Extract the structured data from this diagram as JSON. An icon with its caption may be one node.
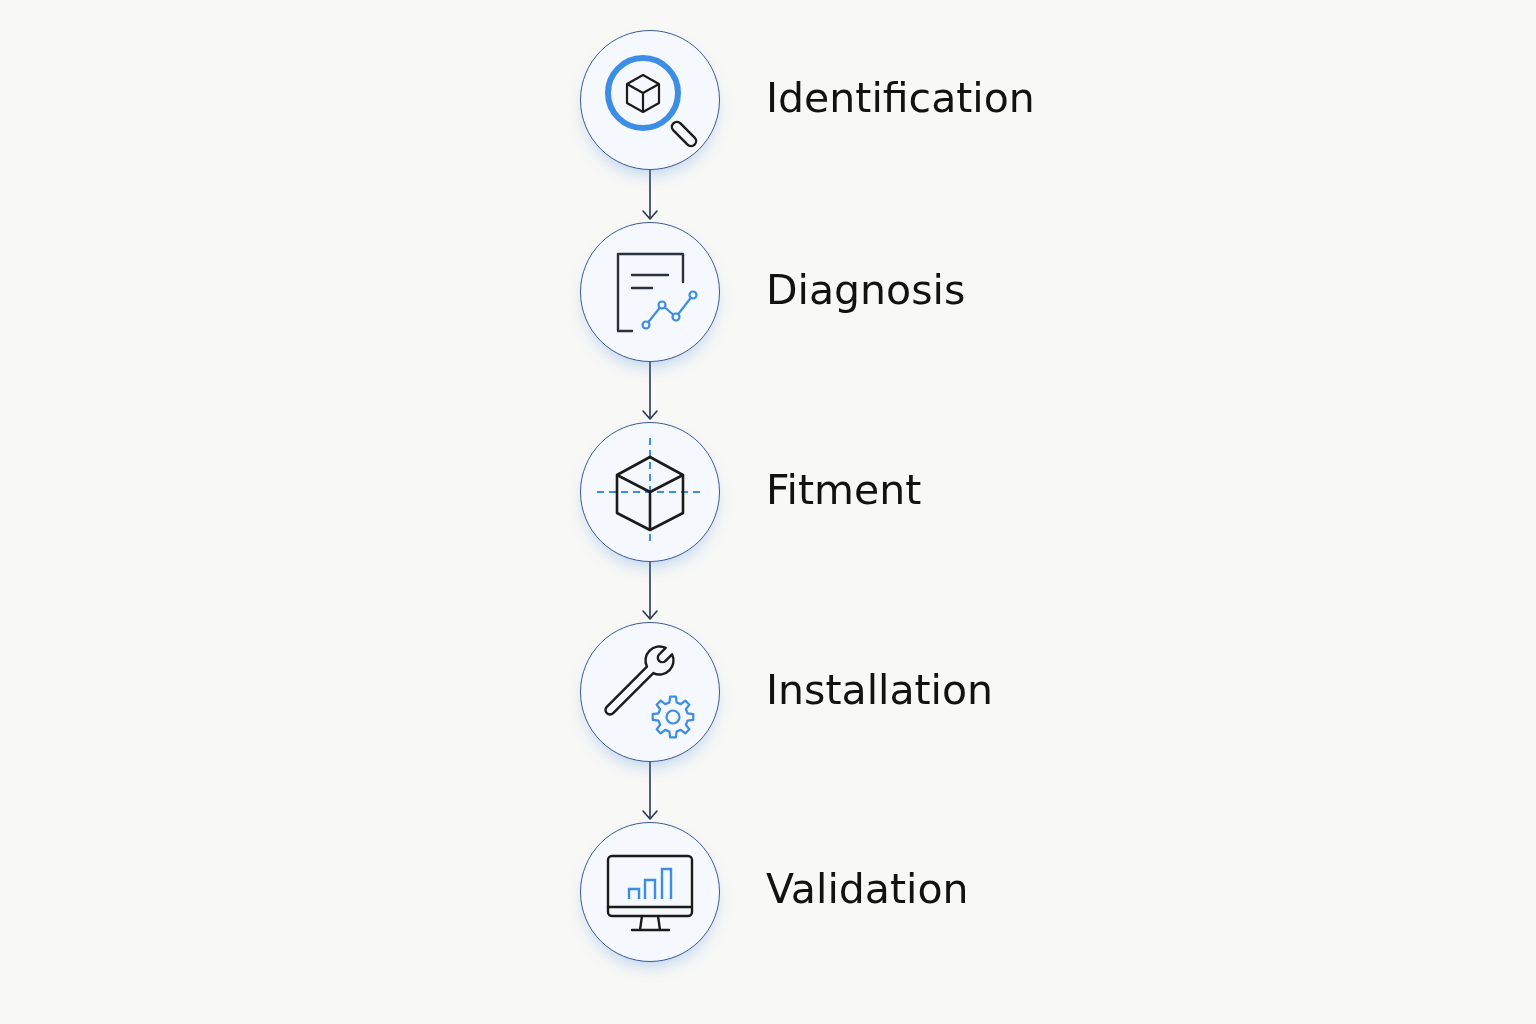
{
  "diagram": {
    "nodes": [
      {
        "text": [],
        "shape": "circle",
        "beside": [
          "Identification"
        ]
      },
      {
        "text": [],
        "shape": "circle",
        "beside": [
          "Diagnosis"
        ]
      },
      {
        "text": [],
        "shape": "circle",
        "beside": [
          "Fitment"
        ]
      },
      {
        "text": [],
        "shape": "circle",
        "beside": [
          "Installation"
        ]
      },
      {
        "text": [],
        "shape": "circle",
        "beside": [
          "Validation"
        ]
      }
    ],
    "edges": [
      {
        "from": 0,
        "to": 1,
        "arrow": "to"
      },
      {
        "from": 1,
        "to": 2,
        "arrow": "to"
      },
      {
        "from": 2,
        "to": 3,
        "arrow": "to"
      },
      {
        "from": 3,
        "to": 4,
        "arrow": "to"
      }
    ]
  }
}
